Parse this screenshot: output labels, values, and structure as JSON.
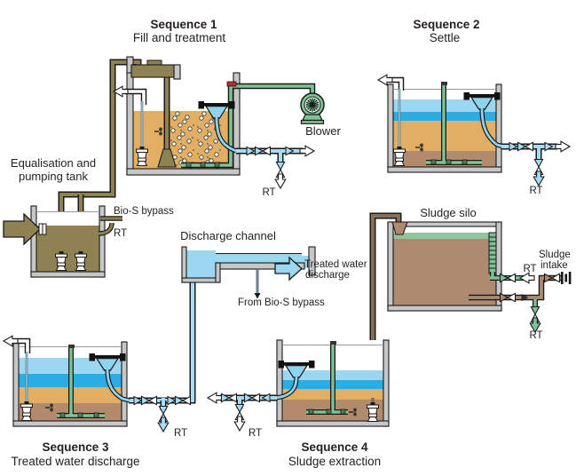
{
  "figure": {
    "sequences": {
      "seq1": {
        "title": "Sequence 1",
        "subtitle": "Fill and treatment"
      },
      "seq2": {
        "title": "Sequence 2",
        "subtitle": "Settle"
      },
      "seq3": {
        "title": "Sequence 3",
        "subtitle": "Treated water discharge"
      },
      "seq4": {
        "title": "Sequence 4",
        "subtitle": "Sludge extraction"
      }
    },
    "labels": {
      "equalisation_line1": "Equalisation and",
      "equalisation_line2": "pumping tank",
      "bio_s_bypass": "Bio-S bypass",
      "rt": "RT",
      "blower": "Blower",
      "discharge_channel": "Discharge channel",
      "treated_water_line1": "Treated water",
      "treated_water_line2": "discharge",
      "from_bio_s_bypass": "From Bio-S bypass",
      "sludge_silo": "Sludge silo",
      "sludge_intake_line1": "Sludge",
      "sludge_intake_line2": "intake"
    },
    "colors": {
      "clear_water": "#9bd7f0",
      "settled_water": "#29aee3",
      "mixed_liquor": "#e2ae63",
      "sludge": "#b18b6b",
      "silo_sludge": "#ad8a70",
      "raw_sewage": "#8e8152",
      "air_pipe": "#7fc295",
      "water_pipe": "#a8dcf4",
      "tank_wall": "#c6c7c9",
      "sensor_red": "#c9252b"
    }
  }
}
